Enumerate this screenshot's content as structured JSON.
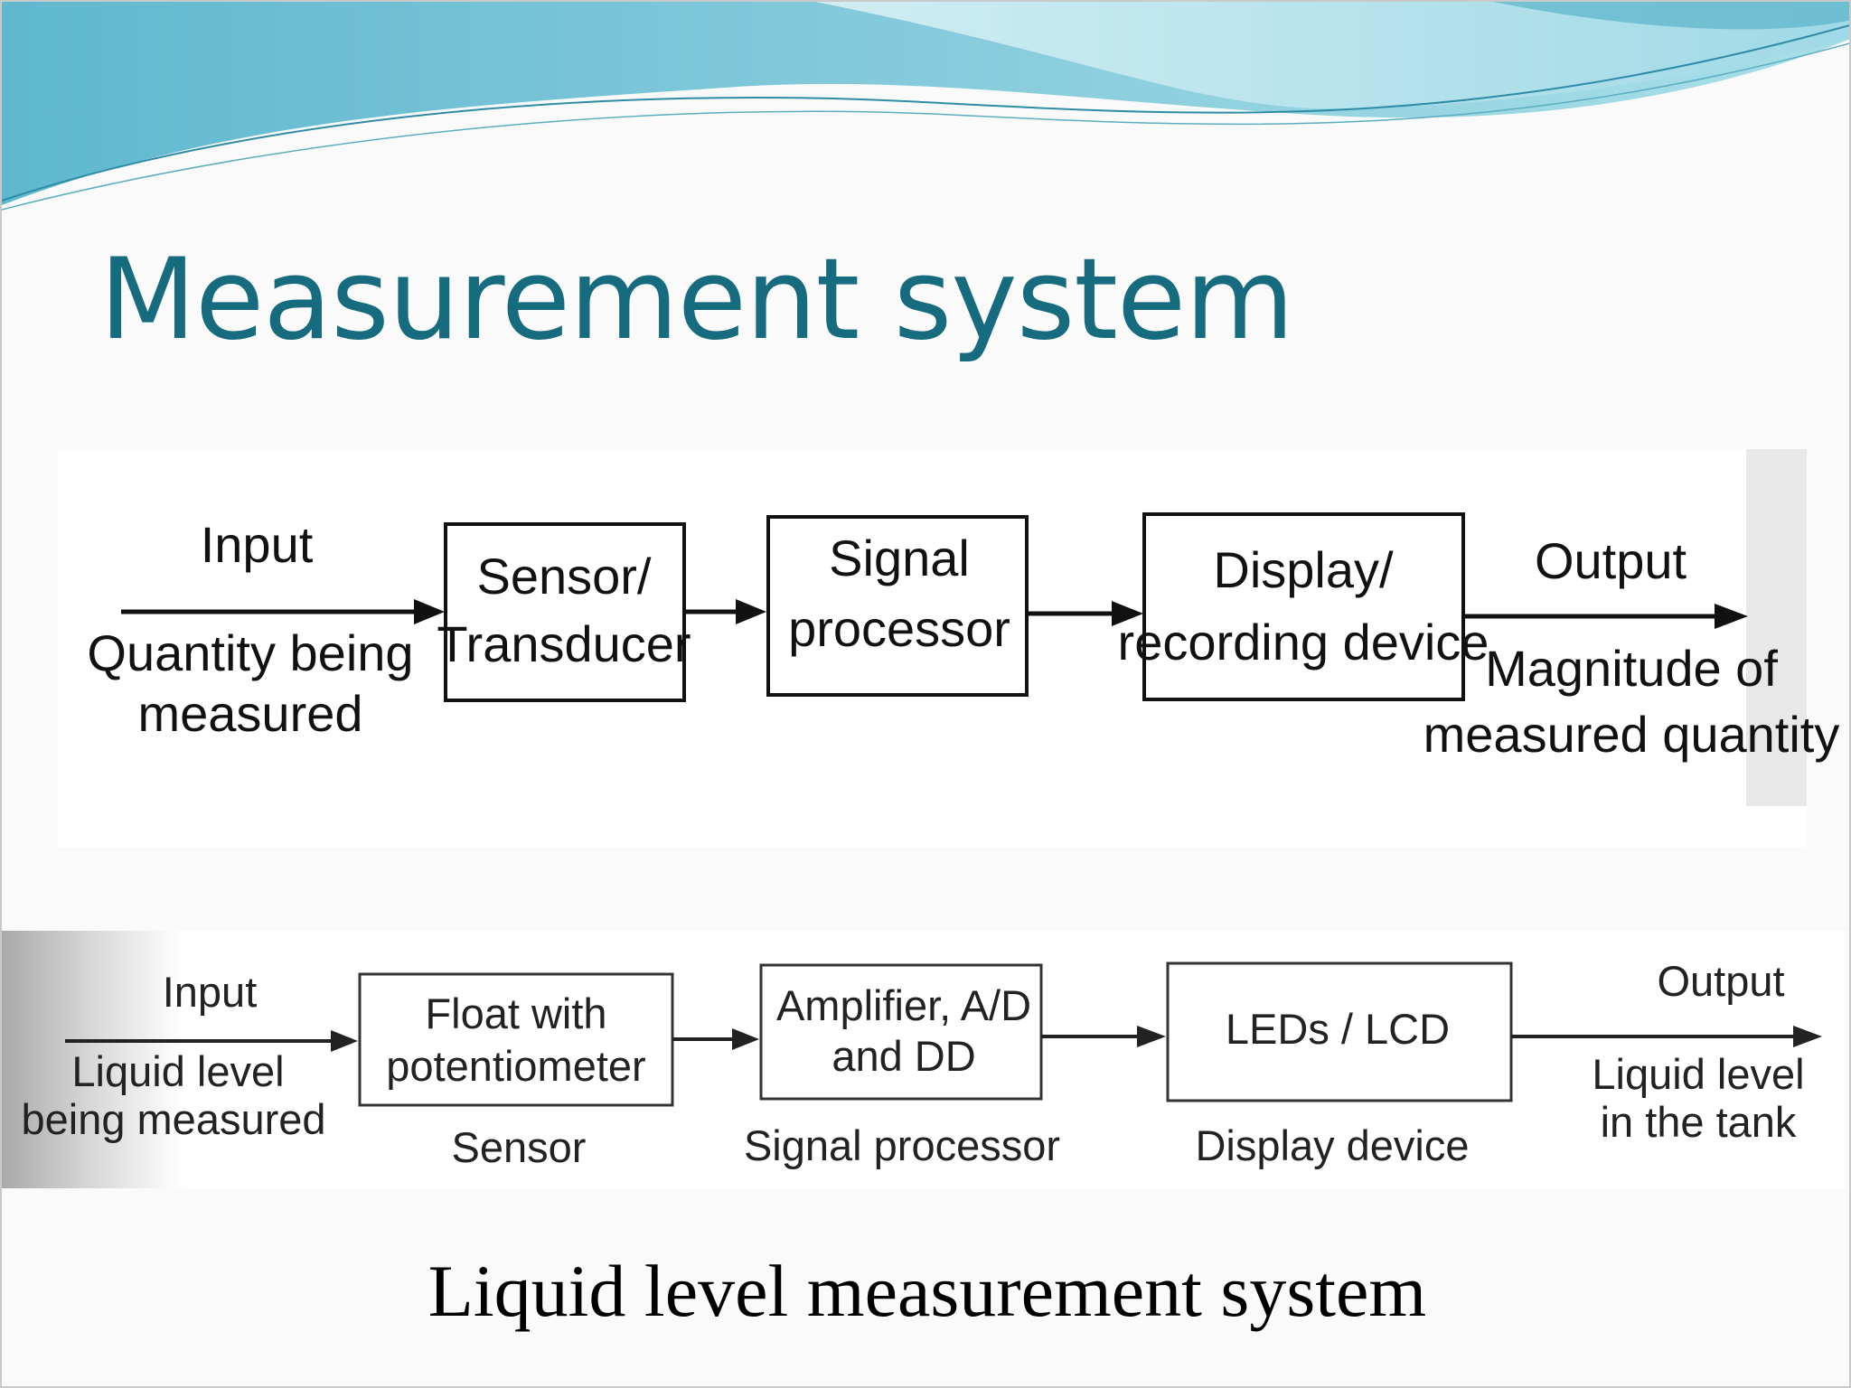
{
  "slide": {
    "title": "Measurement system",
    "caption": "Liquid level measurement system"
  },
  "general_diagram": {
    "input_label": "Input",
    "input_desc": [
      "Quantity being",
      "measured"
    ],
    "blocks": [
      {
        "lines": [
          "Sensor/",
          "Transducer"
        ]
      },
      {
        "lines": [
          "Signal",
          "processor"
        ]
      },
      {
        "lines": [
          "Display/",
          "recording device"
        ]
      }
    ],
    "output_label": "Output",
    "output_desc": [
      "Magnitude of",
      "measured quantity"
    ]
  },
  "liquid_diagram": {
    "input_label": "Input",
    "input_desc": [
      "Liquid level",
      "being measured"
    ],
    "blocks": [
      {
        "lines": [
          "Float with",
          "potentiometer"
        ],
        "role": "Sensor"
      },
      {
        "lines": [
          "Amplifier, A/D",
          "and DD"
        ],
        "role": "Signal processor"
      },
      {
        "lines": [
          "LEDs / LCD"
        ],
        "role": "Display device"
      }
    ],
    "output_label": "Output",
    "output_desc": [
      "Liquid level",
      "in the tank"
    ]
  },
  "colors": {
    "title": "#176b7f",
    "wave_dark": "#79c3d6",
    "wave_light": "#bfe6ee",
    "line": "#111111"
  }
}
